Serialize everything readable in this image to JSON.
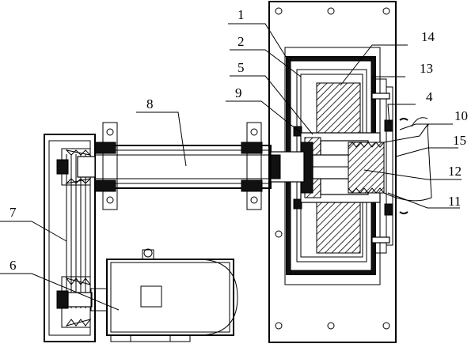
{
  "labels": {
    "l1": "1",
    "l2": "2",
    "l3": "14",
    "l4": "5",
    "l5": "13",
    "l6": "8",
    "l7": "9",
    "l8": "4",
    "l9": "10",
    "l10": "15",
    "l11": "12",
    "l12": "11",
    "l13": "7",
    "l14": "6"
  },
  "colors": {
    "ink": "#000000",
    "paper": "#ffffff"
  }
}
